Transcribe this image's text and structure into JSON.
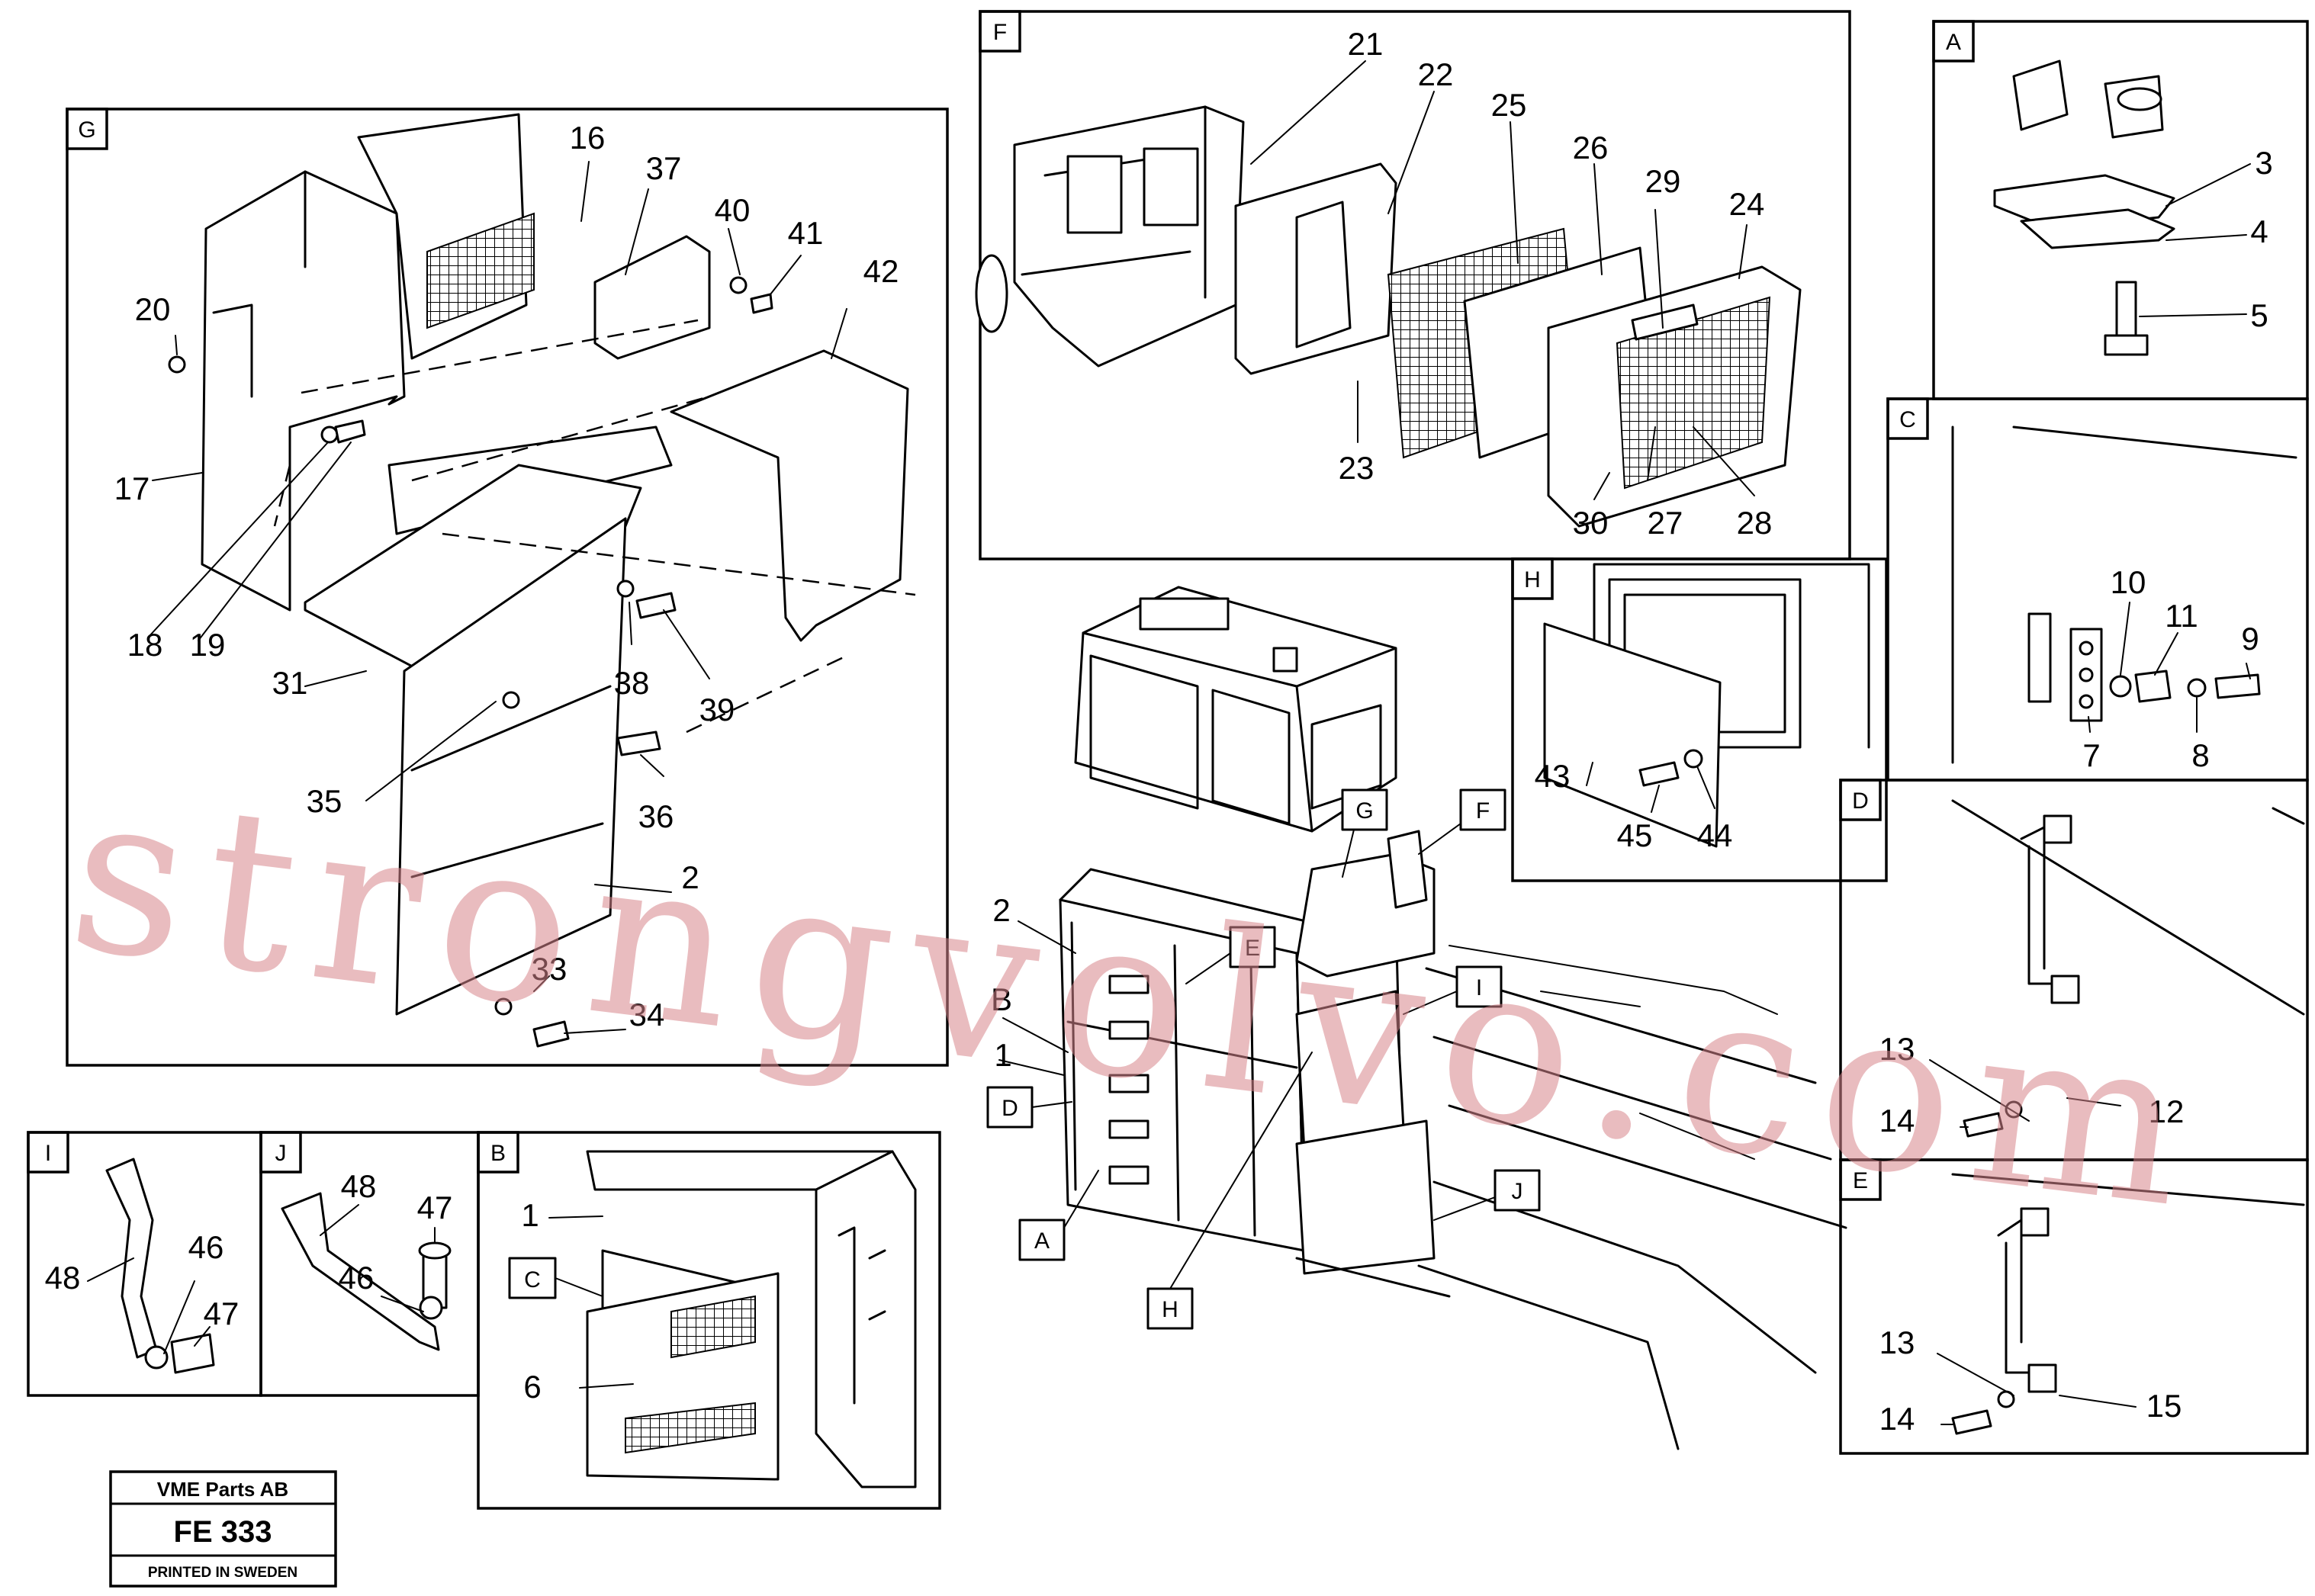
{
  "panels": [
    {
      "id": "G",
      "label": "G"
    },
    {
      "id": "F",
      "label": "F"
    },
    {
      "id": "A",
      "label": "A"
    },
    {
      "id": "C",
      "label": "C"
    },
    {
      "id": "H",
      "label": "H"
    },
    {
      "id": "D",
      "label": "D"
    },
    {
      "id": "E",
      "label": "E"
    },
    {
      "id": "I",
      "label": "I"
    },
    {
      "id": "J",
      "label": "J"
    },
    {
      "id": "B",
      "label": "B"
    }
  ],
  "callouts": {
    "G": [
      "G"
    ],
    "F": [
      "F"
    ],
    "E": [
      "E"
    ],
    "I": [
      "I"
    ],
    "B": [
      "B"
    ],
    "D": [
      "D"
    ],
    "A": [
      "A"
    ],
    "H": [
      "H"
    ],
    "J": [
      "J"
    ],
    "C": [
      "C"
    ]
  },
  "part_numbers": {
    "g": [
      "16",
      "37",
      "40",
      "41",
      "42",
      "20",
      "17",
      "18",
      "19",
      "31",
      "38",
      "39",
      "35",
      "36",
      "2",
      "33",
      "34"
    ],
    "f": [
      "21",
      "22",
      "25",
      "26",
      "29",
      "24",
      "23",
      "30",
      "27",
      "28"
    ],
    "a": [
      "3",
      "4",
      "5"
    ],
    "c": [
      "10",
      "11",
      "9",
      "7",
      "8"
    ],
    "h": [
      "43",
      "45",
      "44"
    ],
    "d": [
      "13",
      "14",
      "12"
    ],
    "e": [
      "13",
      "14",
      "15"
    ],
    "i": [
      "48",
      "46",
      "47"
    ],
    "j": [
      "48",
      "47",
      "46"
    ],
    "b": [
      "1",
      "6"
    ],
    "main": [
      "2",
      "1"
    ]
  },
  "title_block": {
    "company": "VME Parts AB",
    "code": "FE 333",
    "note": "PRINTED IN SWEDEN"
  },
  "watermark": "strongvolvo.com"
}
